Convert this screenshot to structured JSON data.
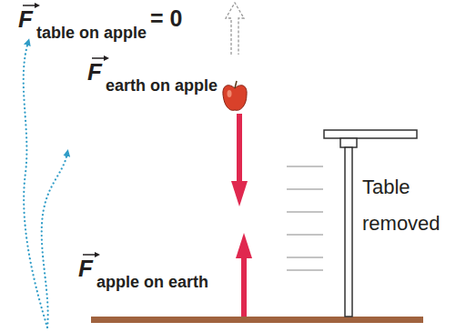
{
  "diagram": {
    "labels": [
      "F",
      "table on apple",
      "= 0",
      "F",
      "earth on apple",
      "F",
      "apple on earth",
      "Table removed"
    ]
  }
}
